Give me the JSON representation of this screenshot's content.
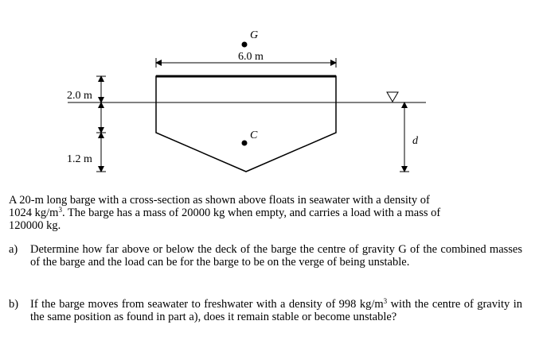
{
  "figure": {
    "label_G": "G",
    "label_C": "C",
    "width_label": "6.0 m",
    "freeboard_label": "2.0 m",
    "draft_bottom_label": "1.2 m",
    "draft_label": "d"
  },
  "problem": {
    "intro_line1": "A 20-m long barge with a cross-section as shown above floats in seawater with a density of",
    "intro_line2_a": "1024 kg/m",
    "intro_line2_sup": "3",
    "intro_line2_b": ". The barge has a mass of 20000 kg when empty, and carries a load with a mass of",
    "intro_line3": "120000 kg.",
    "part_a_label": "a)",
    "part_a_text": "Determine how far above or below the deck of the barge the centre of gravity G of the combined masses of the barge and the load can be for the barge to be on the verge of being unstable.",
    "part_b_label": "b)",
    "part_b_text_1": "If the barge moves from seawater to freshwater with a density of 998 kg/m",
    "part_b_sup": "3",
    "part_b_text_2": " with the centre of gravity in the same position as found in part a), does it remain stable or become unstable?"
  }
}
